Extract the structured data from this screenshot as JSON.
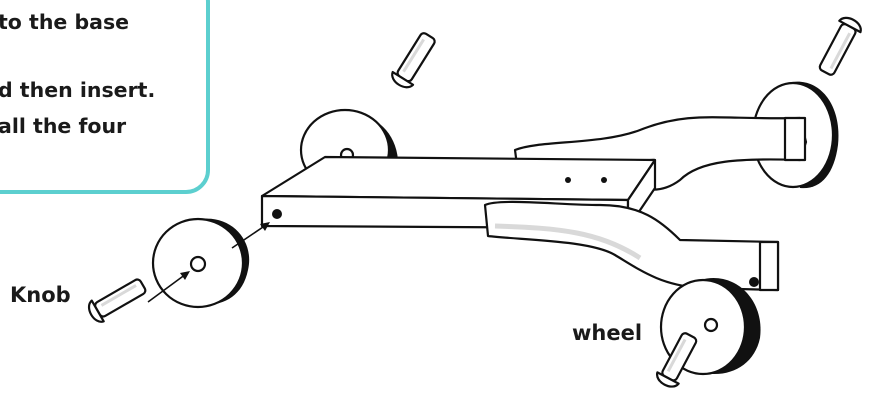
{
  "callout": {
    "lines": [
      "to the base",
      "d then insert.",
      "all the four"
    ],
    "border_color": "#5ccfcf"
  },
  "labels": {
    "knob": "Knob",
    "wheel": "wheel"
  },
  "colors": {
    "ink": "#111111",
    "part_fill": "#ffffff",
    "shadow": "#d9d9d9",
    "callout_border": "#5ccfcf"
  }
}
